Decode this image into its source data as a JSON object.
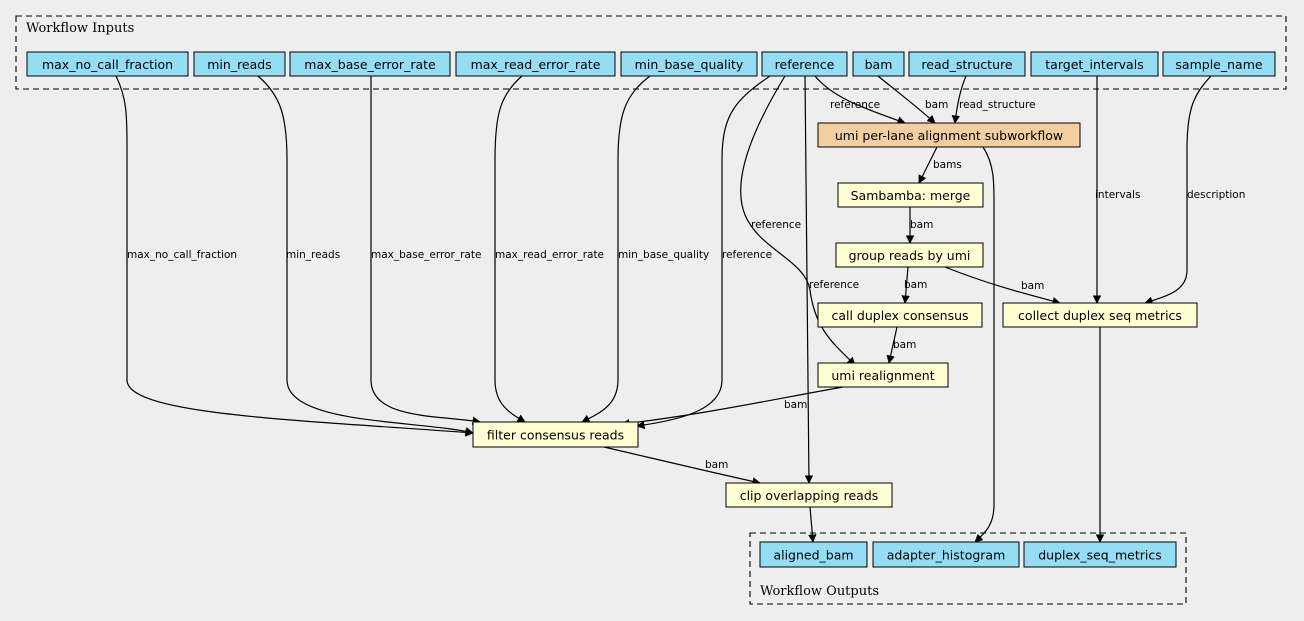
{
  "clusters": {
    "inputs": {
      "label": "Workflow Inputs"
    },
    "outputs": {
      "label": "Workflow Outputs"
    }
  },
  "colors": {
    "io": "#94ddf4",
    "subworkflow": "#f3cea1",
    "task": "#ffffd3",
    "background": "#eeeeee"
  },
  "inputs": {
    "max_no_call_fraction": "max_no_call_fraction",
    "min_reads": "min_reads",
    "max_base_error_rate": "max_base_error_rate",
    "max_read_error_rate": "max_read_error_rate",
    "min_base_quality": "min_base_quality",
    "reference": "reference",
    "bam": "bam",
    "read_structure": "read_structure",
    "target_intervals": "target_intervals",
    "sample_name": "sample_name"
  },
  "tasks": {
    "umi_alignment": "umi per-lane alignment subworkflow",
    "sambamba_merge": "Sambamba: merge",
    "group_reads": "group reads by umi",
    "call_duplex": "call duplex consensus",
    "collect_metrics": "collect duplex seq metrics",
    "umi_realignment": "umi realignment",
    "filter_consensus": "filter consensus reads",
    "clip_overlapping": "clip overlapping reads"
  },
  "outputs": {
    "aligned_bam": "aligned_bam",
    "adapter_histogram": "adapter_histogram",
    "duplex_seq_metrics": "duplex_seq_metrics"
  },
  "edge_labels": {
    "max_no_call_fraction": "max_no_call_fraction",
    "min_reads": "min_reads",
    "max_base_error_rate": "max_base_error_rate",
    "max_read_error_rate": "max_read_error_rate",
    "min_base_quality": "min_base_quality",
    "ref_filter": "reference",
    "ref_realign": "reference",
    "ref_clip": "reference",
    "ref_align": "reference",
    "bam_align": "bam",
    "read_structure": "read_structure",
    "intervals": "intervals",
    "description": "description",
    "bams": "bams",
    "bam_merge_group": "bam",
    "bam_group_call": "bam",
    "bam_group_metrics": "bam",
    "bam_call_realign": "bam",
    "bam_realign_filter": "bam",
    "bam_filter_clip": "bam"
  }
}
